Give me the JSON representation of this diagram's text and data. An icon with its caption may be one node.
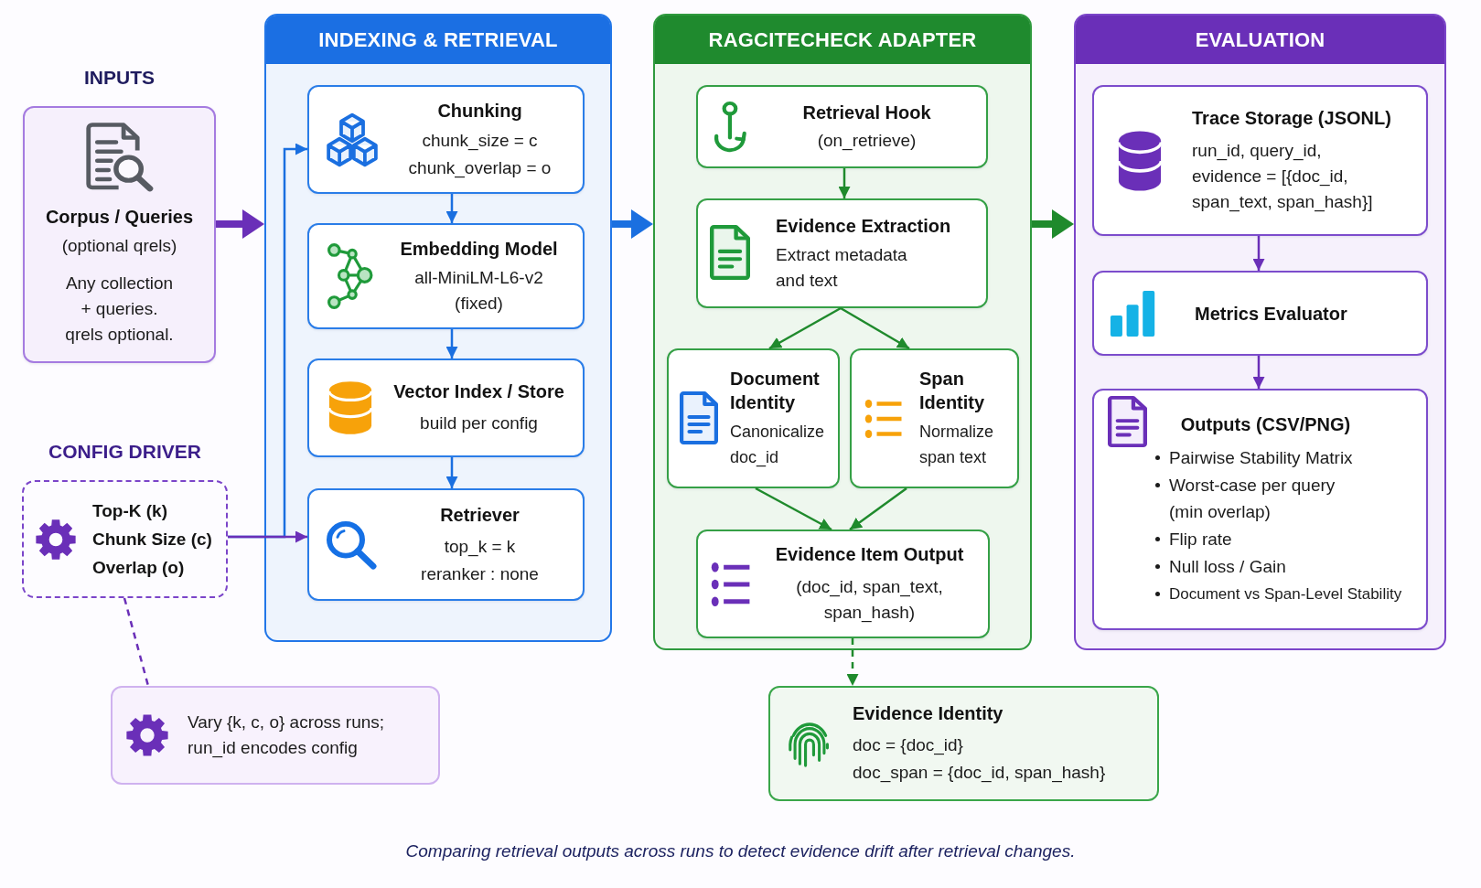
{
  "diagram": {
    "caption": "Comparing retrieval outputs across runs to detect evidence drift after retrieval changes.",
    "nodes": [
      {
        "text": [
          "INPUTS",
          "Corpus / Queries",
          "(optional qrels)",
          "Any collection + queries. qrels optional."
        ]
      },
      {
        "text": [
          "INDEXING & RETRIEVAL"
        ]
      },
      {
        "text": [
          "Chunking",
          "chunk_size = c",
          "chunk_overlap = o"
        ],
        "in": 1
      },
      {
        "text": [
          "Embedding Model",
          "all-MiniLM-L6-v2 (fixed)"
        ],
        "in": 1
      },
      {
        "text": [
          "Vector Index / Store",
          "build per config"
        ],
        "in": 1
      },
      {
        "text": [
          "Retriever",
          "top_k = k",
          "reranker : none"
        ],
        "in": 1
      },
      {
        "text": [
          "CONFIG DRIVER",
          "Top-K (k)",
          "Chunk Size (c)",
          "Overlap (o)"
        ]
      },
      {
        "text": [
          "Vary {k, c, o} across runs; run_id encodes config"
        ]
      },
      {
        "text": [
          "RAGCITECHECK ADAPTER"
        ]
      },
      {
        "text": [
          "Retrieval Hook",
          "(on_retrieve)"
        ],
        "in": 8
      },
      {
        "text": [
          "Evidence Extraction",
          "Extract metadata and text"
        ],
        "in": 8
      },
      {
        "text": [
          "Document Identity",
          "Canonicalize doc_id"
        ],
        "in": 8
      },
      {
        "text": [
          "Span Identity",
          "Normalize span text"
        ],
        "in": 8
      },
      {
        "text": [
          "Evidence Item Output",
          "(doc_id, span_text, span_hash)"
        ],
        "in": 8
      },
      {
        "text": [
          "Evidence Identity",
          "doc = {doc_id}",
          "doc_span = {doc_id, span_hash}"
        ]
      },
      {
        "text": [
          "EVALUATION"
        ]
      },
      {
        "text": [
          "Trace Storage (JSONL)",
          "run_id, query_id, evidence = [{doc_id, span_text, span_hash}]"
        ],
        "in": 15
      },
      {
        "text": [
          "Metrics Evaluator"
        ],
        "in": 15
      },
      {
        "text": [
          "Outputs (CSV/PNG)",
          "Pairwise Stability Matrix",
          "Worst-case per query (min overlap)",
          "Flip rate",
          "Null loss / Gain",
          "Document vs Span-Level Stability"
        ],
        "in": 15
      }
    ],
    "edges": [
      {
        "from": 0,
        "to": 1,
        "arrow": "to",
        "style": "thick",
        "color": "#6a2fb8"
      },
      {
        "from": 2,
        "to": 3,
        "arrow": "to",
        "color": "#1a6fe0"
      },
      {
        "from": 3,
        "to": 4,
        "arrow": "to",
        "color": "#1a6fe0"
      },
      {
        "from": 4,
        "to": 5,
        "arrow": "to",
        "color": "#1a6fe0"
      },
      {
        "from": 6,
        "to": 5,
        "arrow": "to",
        "color": "#6a2fb8"
      },
      {
        "from": 6,
        "to": 2,
        "arrow": "to",
        "color": "#1a6fe0"
      },
      {
        "from": 1,
        "to": 8,
        "arrow": "to",
        "style": "thick",
        "color": "#1a6fe0"
      },
      {
        "from": 9,
        "to": 10,
        "arrow": "to",
        "color": "#1f8a2c"
      },
      {
        "from": 10,
        "to": 11,
        "arrow": "to",
        "color": "#1f8a2c"
      },
      {
        "from": 10,
        "to": 12,
        "arrow": "to",
        "color": "#1f8a2c"
      },
      {
        "from": 11,
        "to": 13,
        "arrow": "to",
        "color": "#1f8a2c"
      },
      {
        "from": 12,
        "to": 13,
        "arrow": "to",
        "color": "#1f8a2c"
      },
      {
        "from": 13,
        "to": 14,
        "arrow": "to",
        "style": "dashed",
        "color": "#1f8a2c"
      },
      {
        "from": 8,
        "to": 15,
        "arrow": "to",
        "style": "thick",
        "color": "#1f8a2c"
      },
      {
        "from": 16,
        "to": 17,
        "arrow": "to",
        "color": "#6a2fb8"
      },
      {
        "from": 17,
        "to": 18,
        "arrow": "to",
        "color": "#6a2fb8"
      },
      {
        "from": 6,
        "to": 7,
        "arrow": "none",
        "style": "dashed",
        "color": "#6a2fb8"
      }
    ]
  }
}
